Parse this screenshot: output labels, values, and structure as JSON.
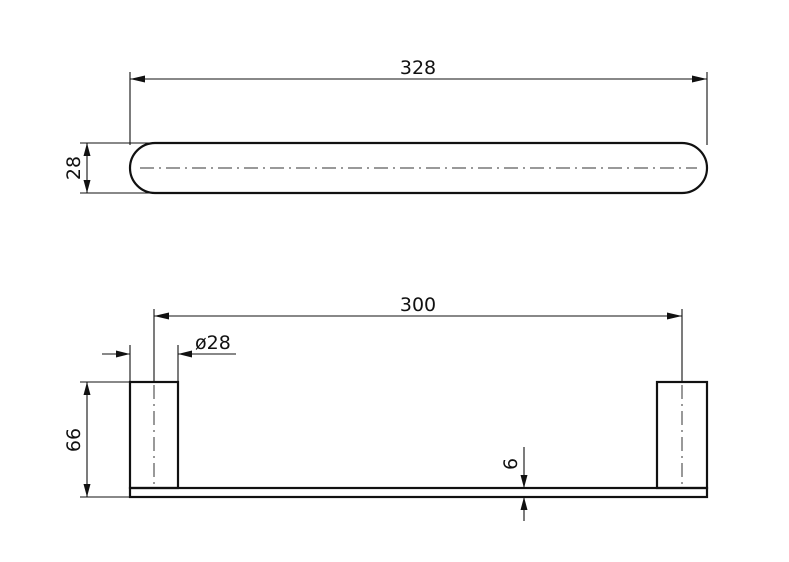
{
  "drawing": {
    "top_view": {
      "length_dim": "328",
      "height_dim": "28"
    },
    "front_view": {
      "span_dim": "300",
      "diameter_dim": "ø28",
      "height_dim": "66",
      "thickness_dim": "6"
    }
  },
  "colors": {
    "line": "#111111",
    "background": "#ffffff"
  }
}
